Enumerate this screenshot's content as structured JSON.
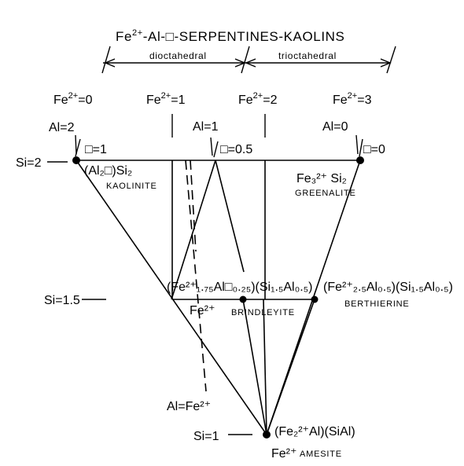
{
  "title": {
    "pre": "Fe",
    "sup": "2+",
    "post": "-Al-□-SERPENTINES-KAOLINS"
  },
  "ranges": {
    "dioctahedral": "dioctahedral",
    "trioctahedral": "trioctahedral"
  },
  "columns": {
    "fe0": {
      "fe": "Fe",
      "sup": "2+",
      "eq": "=0"
    },
    "fe1": {
      "fe": "Fe",
      "sup": "2+",
      "eq": "=1"
    },
    "fe2": {
      "fe": "Fe",
      "sup": "2+",
      "eq": "=2"
    },
    "fe3": {
      "fe": "Fe",
      "sup": "2+",
      "eq": "=3"
    },
    "al2": "Al=2",
    "al1": "Al=1",
    "al0": "Al=0",
    "vac1": "□=1",
    "vac05": "□=0.5",
    "vac0": "□=0"
  },
  "si_levels": {
    "si2": "Si=2",
    "si15": "Si=1.5",
    "si1": "Si=1"
  },
  "minerals": {
    "kaolinite": {
      "formula": "(Al₂□)Si₂",
      "name": "KAOLINITE"
    },
    "greenalite": {
      "formula": "Fe₃²⁺ Si₂",
      "name": "GREENALITE"
    },
    "brindleyite": {
      "formula": "(Fe²⁺₁.₇₅Al□₀.₂₅)(Si₁.₅Al₀.₅)",
      "name_prefix": "Fe²⁺",
      "name": "BRINDLEYITE"
    },
    "berthierine": {
      "formula": "(Fe²⁺₂.₅Al₀.₅)(Si₁.₅Al₀.₅)",
      "name": "BERTHIERINE"
    },
    "amesite": {
      "formula": "(Fe₂²⁺Al)(SiAl)",
      "name_prefix": "Fe²⁺",
      "name": "AMESITE"
    }
  },
  "annotations": {
    "al_fe": "Al=Fe²⁺"
  }
}
